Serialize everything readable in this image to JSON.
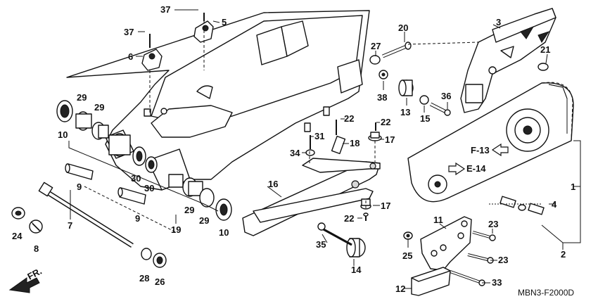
{
  "diagram_code": "MBN3-F2000D",
  "callouts": {
    "f13": "F-13",
    "e14": "E-14"
  },
  "front_arrow": "FR.",
  "parts": [
    {
      "num": "1"
    },
    {
      "num": "2"
    },
    {
      "num": "3"
    },
    {
      "num": "4"
    },
    {
      "num": "5"
    },
    {
      "num": "6"
    },
    {
      "num": "7"
    },
    {
      "num": "8"
    },
    {
      "num": "9"
    },
    {
      "num": "9"
    },
    {
      "num": "10"
    },
    {
      "num": "10"
    },
    {
      "num": "11"
    },
    {
      "num": "12"
    },
    {
      "num": "13"
    },
    {
      "num": "14"
    },
    {
      "num": "15"
    },
    {
      "num": "16"
    },
    {
      "num": "17"
    },
    {
      "num": "17"
    },
    {
      "num": "18"
    },
    {
      "num": "19"
    },
    {
      "num": "20"
    },
    {
      "num": "21"
    },
    {
      "num": "22"
    },
    {
      "num": "22"
    },
    {
      "num": "22"
    },
    {
      "num": "23"
    },
    {
      "num": "23"
    },
    {
      "num": "24"
    },
    {
      "num": "25"
    },
    {
      "num": "26"
    },
    {
      "num": "27"
    },
    {
      "num": "28"
    },
    {
      "num": "29"
    },
    {
      "num": "29"
    },
    {
      "num": "29"
    },
    {
      "num": "29"
    },
    {
      "num": "30"
    },
    {
      "num": "30"
    },
    {
      "num": "31"
    },
    {
      "num": "33"
    },
    {
      "num": "34"
    },
    {
      "num": "35"
    },
    {
      "num": "36"
    },
    {
      "num": "37"
    },
    {
      "num": "37"
    },
    {
      "num": "38"
    }
  ]
}
